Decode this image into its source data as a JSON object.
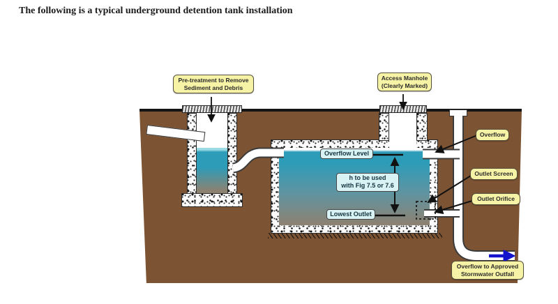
{
  "title": "The following is a typical underground detention tank installation",
  "labels": {
    "pretreatment": "Pre-treatment to Remove\nSediment and Debris",
    "access_manhole": "Access Manhole\n(Clearly Marked)",
    "overflow": "Overflow",
    "overflow_level": "Overflow Level",
    "h_note": "h to be used\nwith Fig 7.5 or 7.6",
    "outlet_screen": "Outlet Screen",
    "outlet_orifice": "Outlet Orifice",
    "lowest_outlet": "Lowest Outlet",
    "outfall": "Overflow to Approved\nStormwater Outfall"
  },
  "colors": {
    "ground_brown": "#7d5433",
    "water_teal": "#2d9cb8",
    "sediment_gray": "#8d8170",
    "label_yellow": "#f7f3a6",
    "label_cyan": "#d9f3f5",
    "flow_arrow_blue": "#1414cc"
  }
}
